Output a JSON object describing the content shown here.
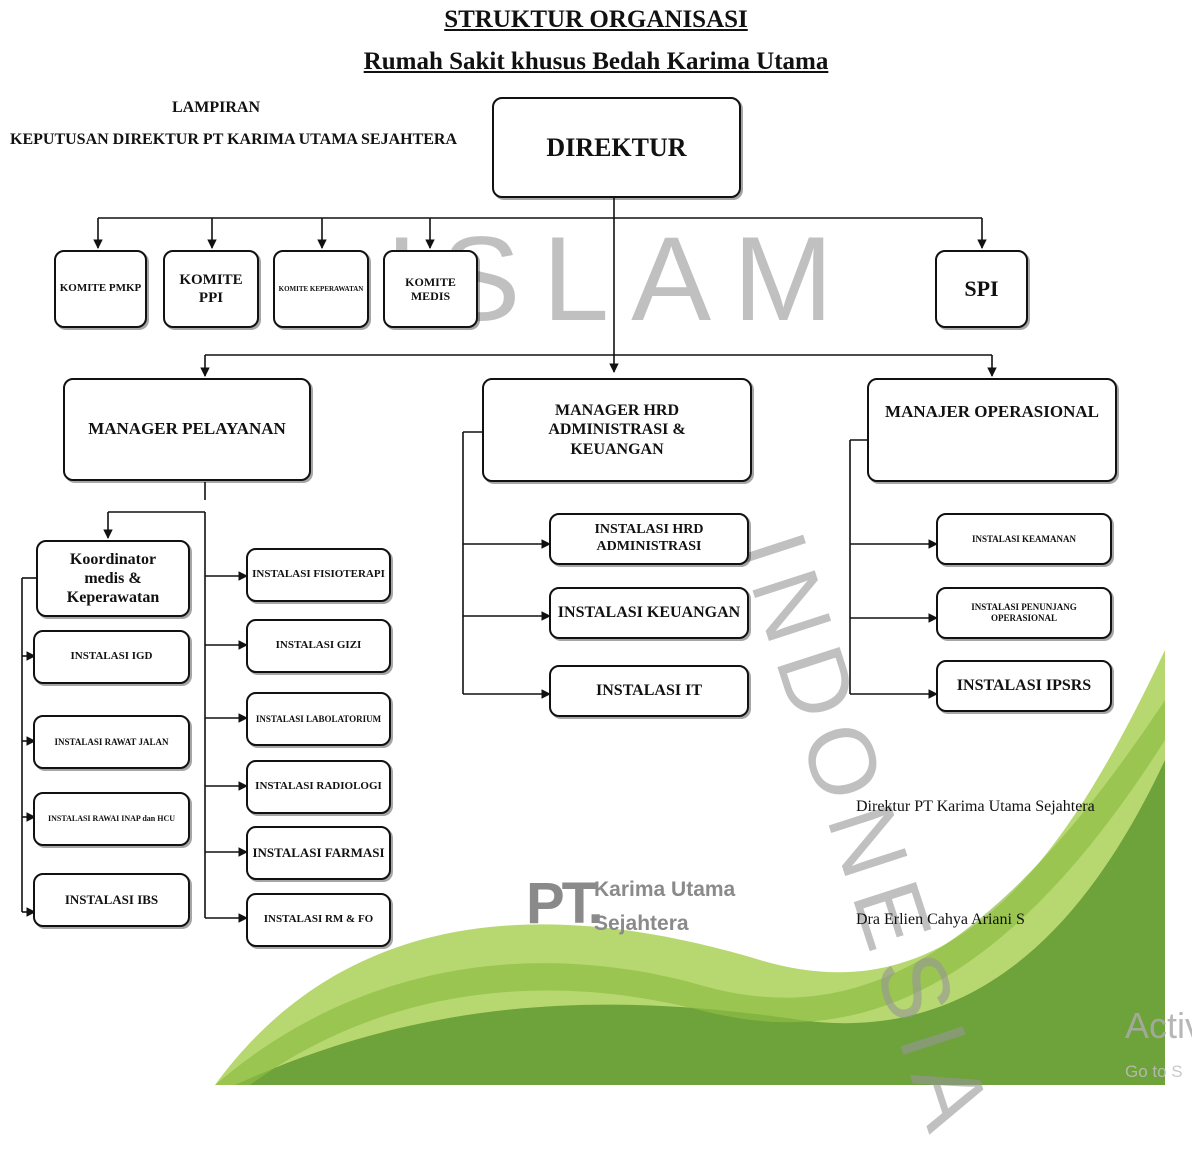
{
  "title": "STRUKTUR ORGANISASI",
  "subtitle": "Rumah Sakit khusus Bedah Karima Utama",
  "lampiran": "LAMPIRAN",
  "keputusan": "KEPUTUSAN DIREKTUR PT KARIMA UTAMA SEJAHTERA",
  "direktur": "DIREKTUR",
  "komite": [
    "KOMITE PMKP",
    "KOMITE PPI",
    "KOMITE KEPERAWATAN",
    "KOMITE MEDIS"
  ],
  "spi": "SPI",
  "managers": {
    "pelayanan": "MANAGER PELAYANAN",
    "hrd": "MANAGER HRD ADMINISTRASI & KEUANGAN",
    "operasional": "MANAJER OPERASIONAL"
  },
  "koordinator": "Koordinator medis & Keperawatan",
  "left_units": [
    "INSTALASI IGD",
    "INSTALASI RAWAT JALAN",
    "INSTALASI RAWAI INAP dan HCU",
    "INSTALASI IBS"
  ],
  "mid_units": [
    "INSTALASI FISIOTERAPI",
    "INSTALASI GIZI",
    "INSTALASI LABOLATORIUM",
    "INSTALASI RADIOLOGI",
    "INSTALASI FARMASI",
    "INSTALASI RM & FO"
  ],
  "hrd_units": [
    "INSTALASI HRD ADMINISTRASI",
    "INSTALASI KEUANGAN",
    "INSTALASI IT"
  ],
  "op_units": [
    "INSTALASI KEAMANAN",
    "INSTALASI PENUNJANG OPERASIONAL",
    "INSTALASI IPSRS"
  ],
  "signature": {
    "role": "Direktur PT Karima Utama Sejahtera",
    "name": "Dra Erlien Cahya Ariani S"
  },
  "logo": {
    "pt": "PT.",
    "line1": "Karima Utama",
    "line2": "Sejahtera"
  },
  "watermark": {
    "word1": "ISLAM",
    "word2": "INDONESIA",
    "activate": "Activ",
    "goto": "Go to S"
  },
  "colors": {
    "green_dark": "#5f9a2e",
    "green_light": "#a8cf55",
    "line": "#111111"
  }
}
